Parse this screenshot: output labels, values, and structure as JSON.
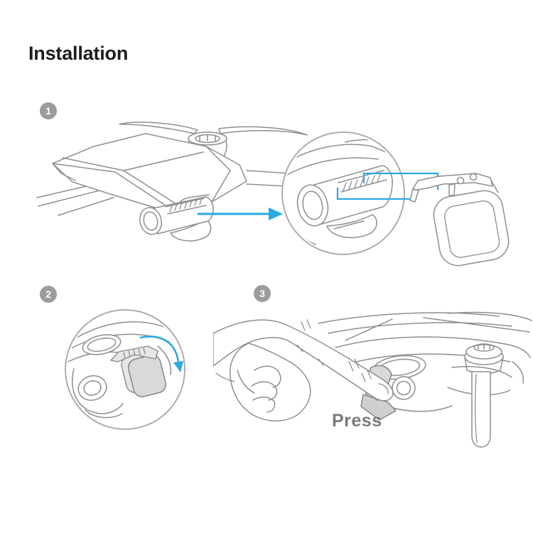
{
  "page_title": "Installation",
  "labels": {
    "press": "Press"
  },
  "steps": [
    {
      "number": "1"
    },
    {
      "number": "2"
    },
    {
      "number": "3"
    }
  ],
  "icons": {
    "right_arrow": "right-arrow-icon",
    "rotation_arrow": "curved-rotation-arrow-icon",
    "step_badges": "numbered-circle-badge"
  },
  "colors": {
    "background": "#ffffff",
    "title": "#1e1e1e",
    "line": "#8e8e8e",
    "circle_line": "#adadad",
    "accent": "#2ba9e0",
    "badge_bg": "#9c9c9c",
    "badge_text": "#ffffff",
    "cap_fill": "#d9d9d9",
    "cap_fill_dark": "#cfcfcf",
    "cap_fill_light": "#e6e6e6",
    "press_text": "#7b7b7b"
  }
}
